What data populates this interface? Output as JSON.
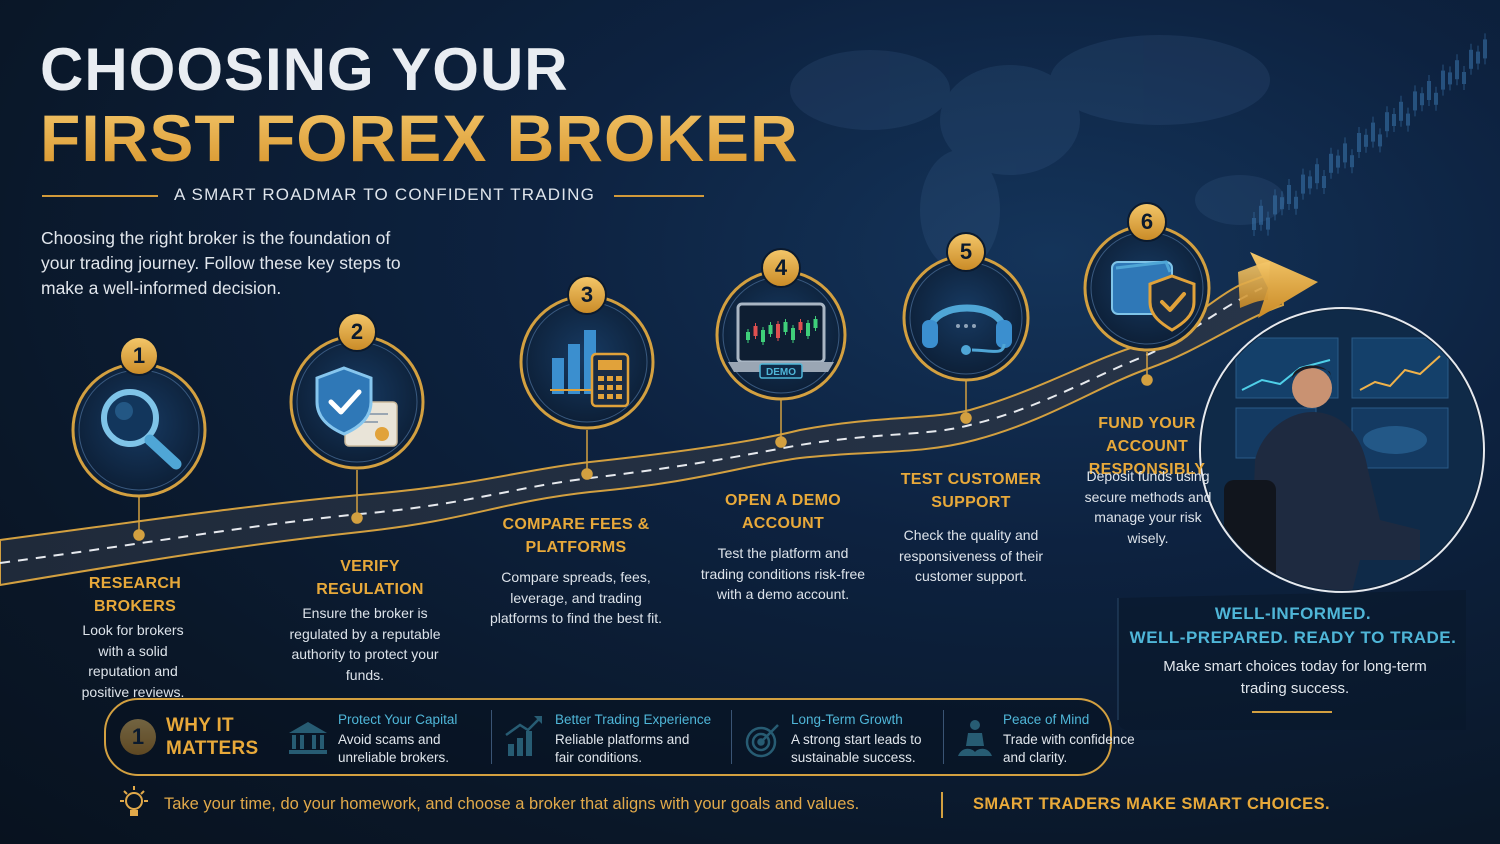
{
  "header": {
    "title_line1": "CHOOSING YOUR",
    "title_line2": "FIRST FOREX BROKER",
    "subtitle": "A SMART ROADMAR TO CONFIDENT TRADING"
  },
  "intro": "Choosing the right broker is the foundation of your trading journey. Follow these key steps to make a well-informed decision.",
  "steps": [
    {
      "number": "1",
      "title": "RESEARCH BROKERS",
      "desc": "Look for brokers with a solid reputation and positive reviews.",
      "icon": "magnifier-icon"
    },
    {
      "number": "2",
      "title": "VERIFY REGULATION",
      "desc": "Ensure the broker is regulated by a reputable authority to protect your funds.",
      "icon": "shield-certificate-icon"
    },
    {
      "number": "3",
      "title": "COMPARE FEES & PLATFORMS",
      "desc": "Compare spreads, fees, leverage, and trading platforms to find the best fit.",
      "icon": "chart-calculator-icon"
    },
    {
      "number": "4",
      "title": "OPEN A DEMO ACCOUNT",
      "desc": "Test the platform and trading conditions risk-free with a demo account.",
      "icon": "laptop-demo-icon",
      "laptop_label": "DEMO"
    },
    {
      "number": "5",
      "title": "TEST CUSTOMER SUPPORT",
      "desc": "Check the quality and responsiveness of their customer support.",
      "icon": "headset-icon"
    },
    {
      "number": "6",
      "title": "FUND YOUR ACCOUNT RESPONSIBLY",
      "desc": "Deposit funds using secure methods and manage your risk wisely.",
      "icon": "wallet-shield-icon"
    }
  ],
  "tagline": {
    "line1": "WELL-INFORMED.",
    "line2": "WELL-PREPARED. READY TO TRADE.",
    "desc": "Make smart choices today for long-term trading success."
  },
  "why": {
    "badge": "1",
    "title": "WHY IT MATTERS",
    "items": [
      {
        "heading": "Protect Your Capital",
        "text": "Avoid scams and unreliable brokers.",
        "icon": "bank-icon"
      },
      {
        "heading": "Better Trading Experience",
        "text": "Reliable platforms and fair conditions.",
        "icon": "growth-chart-icon"
      },
      {
        "heading": "Long-Term Growth",
        "text": "A strong start leads to sustainable success.",
        "icon": "target-icon"
      },
      {
        "heading": "Peace of Mind",
        "text": "Trade with confidence and clarity.",
        "icon": "meditation-icon"
      }
    ]
  },
  "footer": {
    "tip": "Take your time, do your homework, and choose a broker that aligns with your goals and values.",
    "slogan": "SMART TRADERS MAKE SMART CHOICES."
  },
  "colors": {
    "gold": "#e8a93a",
    "cyan": "#4fb6d8",
    "navy": "#0b1a2e",
    "text": "#e1e6ec"
  }
}
